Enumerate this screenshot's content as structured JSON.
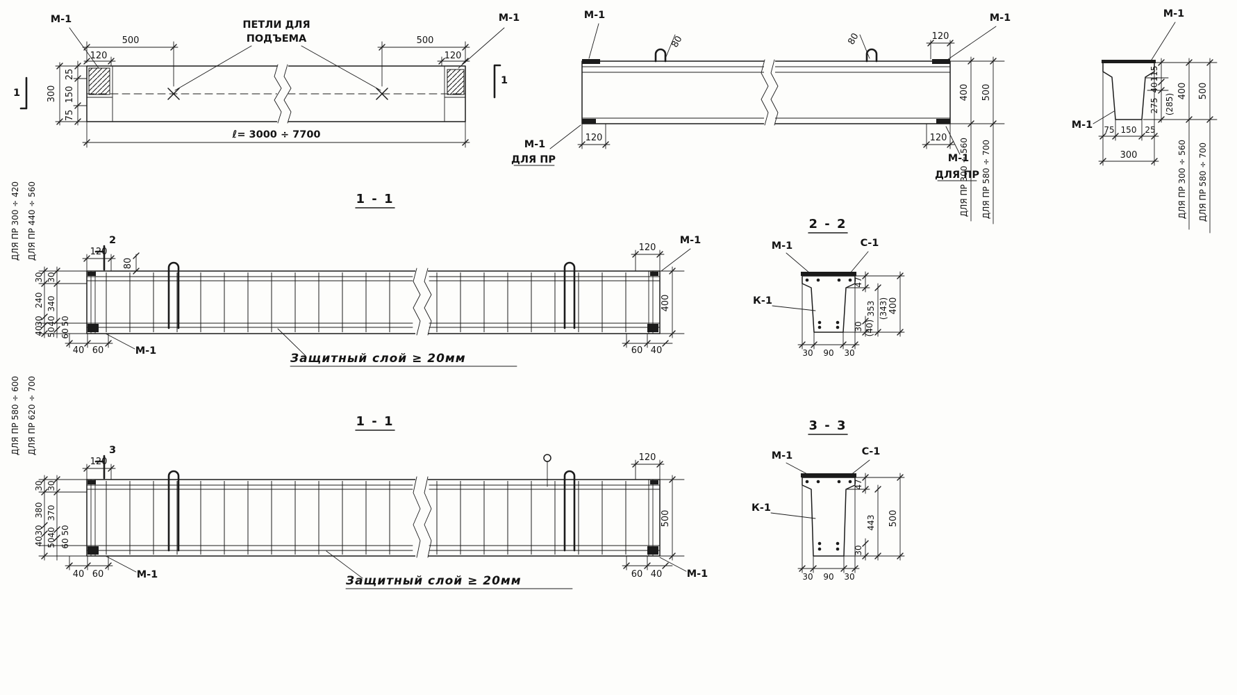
{
  "meta": {
    "ink_color": "#1b1b1b",
    "paper_color": "#fdfdfb"
  },
  "labels": {
    "m1": "М-1",
    "k1": "К-1",
    "c1": "С-1",
    "dlya_pr": "ДЛЯ ПР",
    "petli1": "ПЕТЛИ ДЛЯ",
    "petli2": "ПОДЪЕМА",
    "cover": "Защитный  слой ≥ 20мм",
    "sec11": "1 - 1",
    "sec22": "2 - 2",
    "sec33": "3 - 3",
    "marker1": "1",
    "marker2": "2",
    "marker3": "3",
    "range_300_560": "ДЛЯ ПР 300 ÷ 560",
    "range_580_700": "ДЛЯ ПР 580 ÷ 700",
    "range_300_420": "ДЛЯ ПР 300 ÷ 420",
    "range_440_560": "ДЛЯ ПР 440 ÷ 560",
    "range_580_600": "ДЛЯ ПР 580 ÷ 600",
    "range_620_700": "ДЛЯ ПР 620 ÷ 700"
  },
  "plan": {
    "d500l": "500",
    "d120l": "120",
    "d500r": "500",
    "d120r": "120",
    "d25": "25",
    "d150": "150",
    "d75": "75",
    "d300": "300",
    "length": "ℓ= 3000 ÷ 7700"
  },
  "elevation": {
    "d80a": "80",
    "d80b": "80",
    "d120tr": "120",
    "d120bl": "120",
    "d120br": "120",
    "d400": "400",
    "d500": "500"
  },
  "endsec": {
    "d115": "115",
    "d40": "40",
    "d275": "275",
    "d285": "(285)",
    "d400": "400",
    "d500": "500",
    "d75": "75",
    "d150": "150",
    "d25": "25",
    "d300": "300"
  },
  "sec1a": {
    "d120l": "120",
    "d80": "80",
    "d120r": "120",
    "d400": "400",
    "colA": [
      "30",
      "240",
      "30",
      "40"
    ],
    "colB": [
      "30",
      "340",
      "40",
      "50"
    ],
    "extra": [
      "50",
      "60"
    ],
    "botl": [
      "40",
      "60"
    ],
    "botr": [
      "60",
      "40"
    ]
  },
  "sec2": {
    "d47": "47",
    "d353": "353",
    "d343": "(343)",
    "d400": "400",
    "d30b": "30",
    "d40b": "(40)",
    "w": [
      "30",
      "90",
      "30"
    ]
  },
  "sec1b": {
    "d120l": "120",
    "d120r": "120",
    "d500": "500",
    "colA": [
      "30",
      "380",
      "30",
      "40"
    ],
    "colB": [
      "30",
      "370",
      "40",
      "50"
    ],
    "extra": [
      "50",
      "60"
    ],
    "botl": [
      "40",
      "60"
    ],
    "botr": [
      "60",
      "40"
    ]
  },
  "sec3": {
    "d47": "47",
    "d443": "443",
    "d500": "500",
    "d30b": "30",
    "w": [
      "30",
      "90",
      "30"
    ]
  }
}
